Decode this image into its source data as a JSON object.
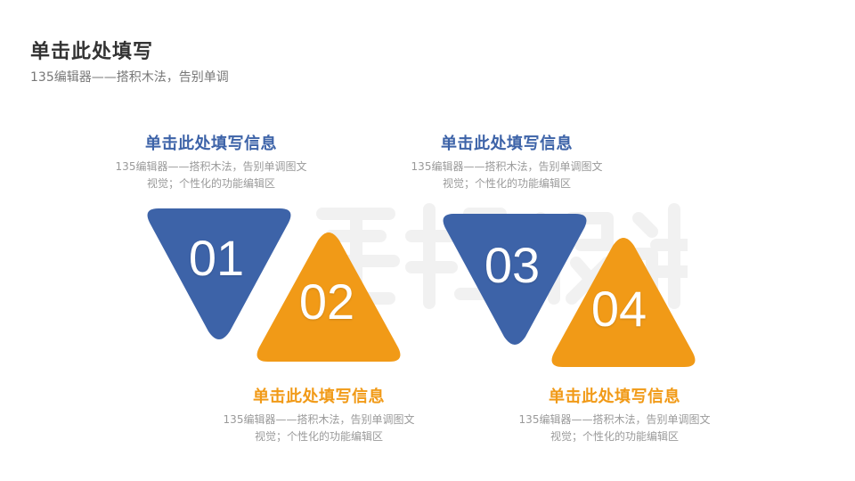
{
  "header": {
    "title": "单击此处填写",
    "subtitle": "135编辑器——搭积木法，告别单调"
  },
  "colors": {
    "blue": "#3d63a8",
    "orange": "#f19a17",
    "title": "#333333",
    "muted": "#9a9a9a"
  },
  "items": [
    {
      "number": "01",
      "color": "blue",
      "shape": "triangle-down",
      "heading": "单击此处填写信息",
      "desc_line1": "135编辑器——搭积木法，告别单调图文",
      "desc_line2": "视觉；个性化的功能编辑区"
    },
    {
      "number": "02",
      "color": "orange",
      "shape": "triangle-up",
      "heading": "单击此处填写信息",
      "desc_line1": "135编辑器——搭积木法，告别单调图文",
      "desc_line2": "视觉；个性化的功能编辑区"
    },
    {
      "number": "03",
      "color": "blue",
      "shape": "triangle-down",
      "heading": "单击此处填写信息",
      "desc_line1": "135编辑器——搭积木法，告别单调图文",
      "desc_line2": "视觉；个性化的功能编辑区"
    },
    {
      "number": "04",
      "color": "orange",
      "shape": "triangle-up",
      "heading": "单击此处填写信息",
      "desc_line1": "135编辑器——搭积木法，告别单调图文",
      "desc_line2": "视觉；个性化的功能编辑区"
    }
  ],
  "watermark": {
    "text": "彗格设计",
    "icon": "watermark-logo-icon"
  }
}
